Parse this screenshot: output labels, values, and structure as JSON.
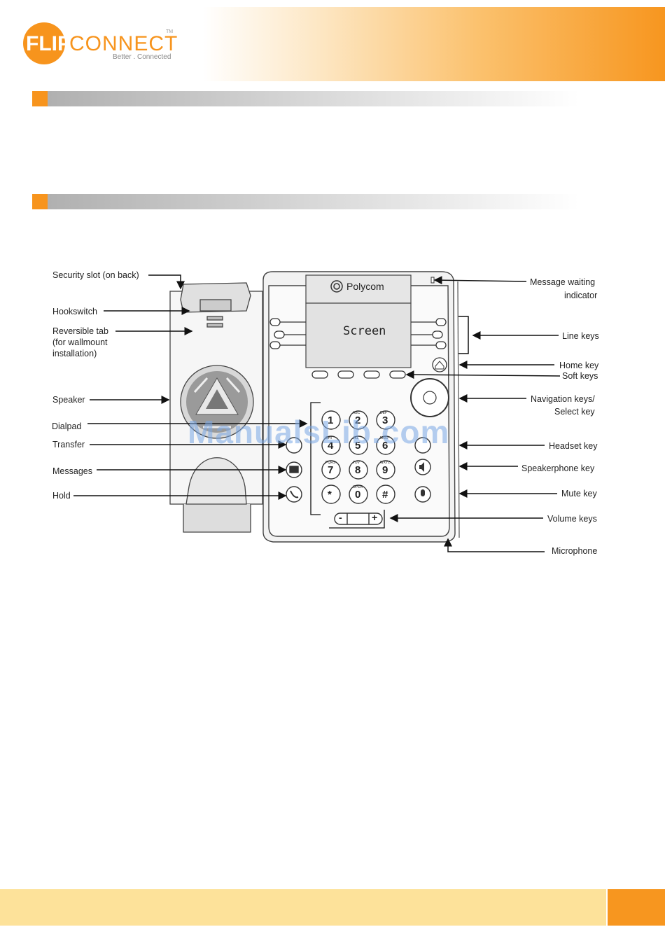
{
  "header": {
    "logo_flip": "FLIP",
    "logo_connect": "CONNECT",
    "logo_tagline": "Better . Connected",
    "logo_tm": "TM"
  },
  "phone": {
    "brand": "Polycom",
    "screen_label": "Screen",
    "dialpad": [
      {
        "digit": "1",
        "letters": ""
      },
      {
        "digit": "2",
        "letters": "ABC"
      },
      {
        "digit": "3",
        "letters": "DEF"
      },
      {
        "digit": "4",
        "letters": "GHI"
      },
      {
        "digit": "5",
        "letters": "JKL"
      },
      {
        "digit": "6",
        "letters": "MNO"
      },
      {
        "digit": "7",
        "letters": "PQRS"
      },
      {
        "digit": "8",
        "letters": "TUV"
      },
      {
        "digit": "9",
        "letters": "WXYZ"
      },
      {
        "digit": "*",
        "letters": ""
      },
      {
        "digit": "0",
        "letters": "OPER"
      },
      {
        "digit": "#",
        "letters": ""
      }
    ],
    "volume_minus": "-",
    "volume_plus": "+"
  },
  "labels_left": {
    "security_slot": "Security slot (on back)",
    "hookswitch": "Hookswitch",
    "reversible_tab_1": "Reversible tab",
    "reversible_tab_2": "(for wallmount",
    "reversible_tab_3": "installation)",
    "speaker": "Speaker",
    "dialpad": "Dialpad",
    "transfer": "Transfer",
    "messages": "Messages",
    "hold": "Hold"
  },
  "labels_right": {
    "message_waiting_1": "Message waiting",
    "message_waiting_2": "indicator",
    "line_keys": "Line keys",
    "home_key": "Home key",
    "soft_keys": "Soft keys",
    "navigation_keys_1": "Navigation keys/",
    "navigation_keys_2": "Select key",
    "headset_key": "Headset key",
    "speakerphone_key": "Speakerphone key",
    "mute_key": "Mute key",
    "volume_keys": "Volume keys",
    "microphone": "Microphone"
  },
  "watermark": "ManualsLib.com"
}
